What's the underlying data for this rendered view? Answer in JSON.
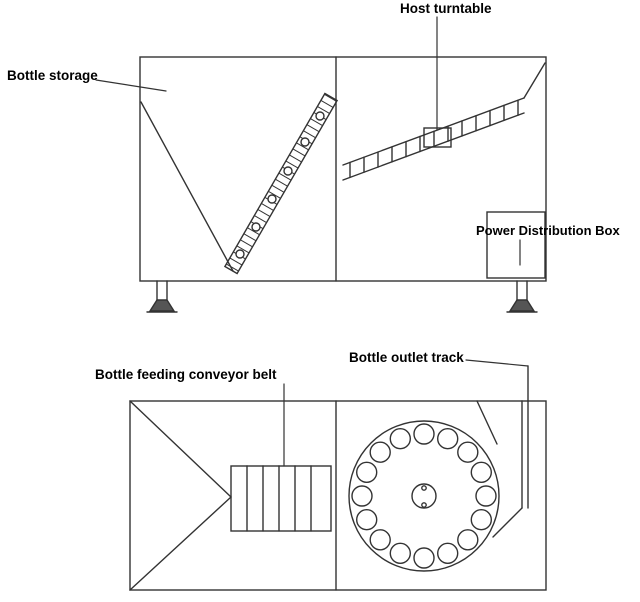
{
  "diagram": {
    "labels": {
      "host_turntable": "Host turntable",
      "bottle_storage": "Bottle storage",
      "power_distribution_box": "Power Distribution Box",
      "bottle_feeding_conveyor_belt": "Bottle feeding conveyor belt",
      "bottle_outlet_track": "Bottle outlet track"
    },
    "colors": {
      "line": "#333333",
      "background": "#ffffff",
      "text": "#000000"
    },
    "views": {
      "front_view": "front elevation of bottle unscrambler",
      "plan_view": "top plan view of bottle unscrambler"
    }
  }
}
